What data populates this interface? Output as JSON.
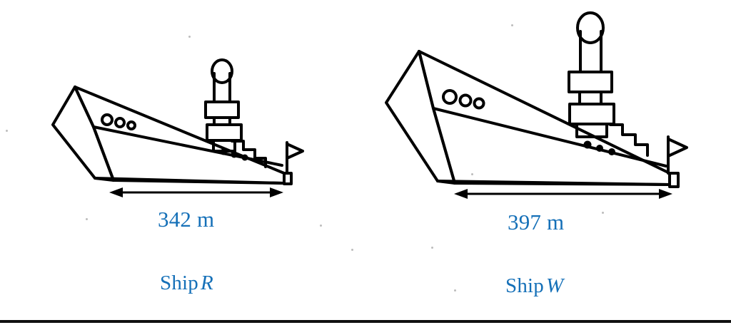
{
  "figure": {
    "type": "comparison-diagram",
    "description": "Two line drawings of ships with double-headed arrows marking their lengths",
    "background_color": "#ffffff",
    "ink_color": "#000000",
    "label_color": "#1570b8",
    "bottom_rule_color": "#111111"
  },
  "ships": [
    {
      "key": "left",
      "name_prefix": "Ship",
      "name_id": "R",
      "length_label": "342 m",
      "length_value": 342,
      "length_unit": "m",
      "parts": {
        "hull": "hull-outline",
        "bow": "bow-prism",
        "funnel": "funnel-stack",
        "mast_top": "mast-dome",
        "flag": "stern-flag",
        "portholes": "porthole-row",
        "hull_dots": "hull-dot-row",
        "deck_steps": "stepped-deck"
      }
    },
    {
      "key": "right",
      "name_prefix": "Ship",
      "name_id": "W",
      "length_label": "397 m",
      "length_value": 397,
      "length_unit": "m",
      "parts": {
        "hull": "hull-outline",
        "bow": "bow-prism",
        "funnel": "funnel-stack",
        "mast_top": "mast-dome",
        "flag": "stern-flag",
        "portholes": "porthole-row",
        "hull_dots": "hull-dot-row",
        "deck_steps": "stepped-deck"
      }
    }
  ]
}
